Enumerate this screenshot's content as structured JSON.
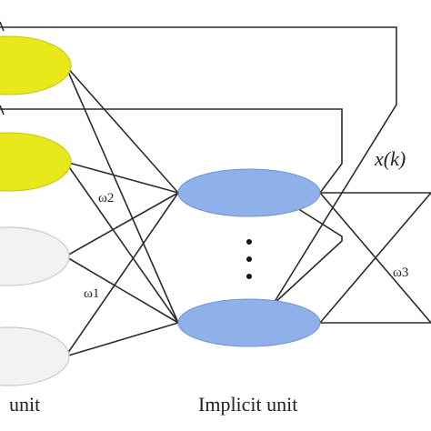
{
  "labels": {
    "state_signal": "x(k)",
    "weight_1": "ω1",
    "weight_2": "ω2",
    "weight_3": "ω3",
    "input_layer": "unit",
    "hidden_layer": "Implicit unit"
  },
  "colors": {
    "context_node": "#e9e81a",
    "hidden_node": "#8fb0e8",
    "input_node": "#f2f2f2",
    "edge": "#2b2b2b"
  }
}
